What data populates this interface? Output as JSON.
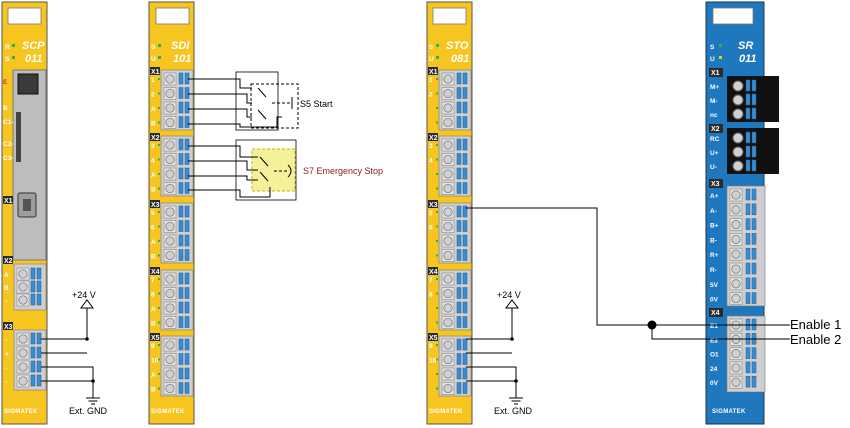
{
  "colors": {
    "module_yellow": "#f7c520",
    "module_blue": "#1f77bd",
    "terminal": "#c9c9c9",
    "emergency_fill": "#f5f09a",
    "emergency_text": "#8b1a1a"
  },
  "modules": {
    "scp": {
      "name": "SCP",
      "number": "011",
      "status": [
        "R",
        "S"
      ],
      "brand": "SIGMATEK",
      "pins": [
        "E",
        "B",
        "C1-",
        "C2-",
        "C3-"
      ],
      "x1": "X1",
      "x2": "X2",
      "x2_pins": [
        "A",
        "B",
        "-"
      ],
      "x3": "X3",
      "x3_pins": [
        "-",
        "+",
        "-",
        "-"
      ]
    },
    "sdi": {
      "name": "SDI",
      "number": "101",
      "status": [
        "S",
        "U"
      ],
      "brand": "SIGMATEK",
      "blocks": [
        {
          "label": "X1",
          "pins": [
            "1",
            "2",
            "A",
            "B"
          ]
        },
        {
          "label": "X2",
          "pins": [
            "3",
            "4",
            "A",
            "B"
          ]
        },
        {
          "label": "X3",
          "pins": [
            "5",
            "6",
            "A",
            "B"
          ]
        },
        {
          "label": "X4",
          "pins": [
            "7",
            "8",
            "A",
            "B"
          ]
        },
        {
          "label": "X5",
          "pins": [
            "9",
            "10",
            "A",
            "B"
          ]
        }
      ]
    },
    "sto": {
      "name": "STO",
      "number": "081",
      "status": [
        "S",
        "U"
      ],
      "brand": "SIGMATEK",
      "blocks": [
        {
          "label": "X1",
          "pins": [
            "1",
            "2",
            "",
            ""
          ]
        },
        {
          "label": "X2",
          "pins": [
            "3",
            "4",
            "",
            ""
          ]
        },
        {
          "label": "X3",
          "pins": [
            "5",
            "6",
            "",
            ""
          ]
        },
        {
          "label": "X4",
          "pins": [
            "7",
            "8",
            "",
            ""
          ]
        },
        {
          "label": "X5",
          "pins": [
            "9",
            "10",
            "",
            ""
          ]
        }
      ]
    },
    "sr": {
      "name": "SR",
      "number": "011",
      "status": [
        "S",
        "U"
      ],
      "brand": "SIGMATEK",
      "x1": "X1",
      "x1_pins": [
        "M+",
        "M-",
        "nc"
      ],
      "x2": "X2",
      "x2_pins": [
        "RC",
        "U+",
        "U-"
      ],
      "x3": "X3",
      "x3_pins": [
        "A+",
        "A-",
        "B+",
        "B-",
        "R+",
        "R-",
        "5V",
        "0V"
      ],
      "x4": "X4",
      "x4_pins": [
        "E1",
        "E2",
        "O1",
        "24",
        "0V"
      ]
    }
  },
  "labels": {
    "supply_plus_1": "+24 V",
    "ext_gnd_1": "Ext. GND",
    "supply_plus_2": "+24 V",
    "ext_gnd_2": "Ext. GND",
    "s5_start": "S5 Start",
    "s7_emergency": "S7 Emergency Stop",
    "enable_1": "Enable 1",
    "enable_2": "Enable 2"
  }
}
